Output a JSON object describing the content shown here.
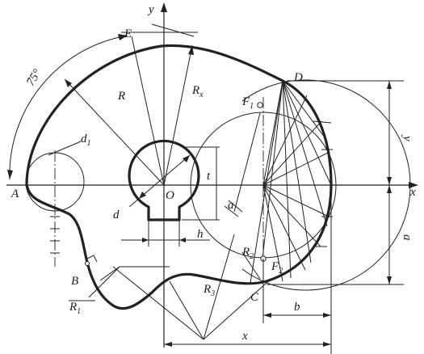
{
  "labels": {
    "axis_y": "y",
    "axis_x": "x",
    "origin": "O",
    "point_a": "A",
    "point_b": "B",
    "point_c": "C",
    "point_d": "D",
    "point_e": "E",
    "point_f1": "F",
    "point_f1_sub": "1",
    "point_f2": "F",
    "point_f2_sub": "2",
    "radius_r": "R",
    "radius_rx": "R",
    "radius_rx_sub": "x",
    "radius_r1": "R",
    "radius_r1_sub": "1",
    "radius_r2": "R",
    "radius_r2_sub": "2",
    "radius_r3": "R",
    "radius_r3_sub": "3",
    "diam_d1": "d",
    "diam_d1_sub": "1",
    "diam_d": "d",
    "dim_t": "t",
    "dim_h": "h",
    "dim_a_small": "a",
    "dim_a_right": "a",
    "dim_y": "y",
    "dim_b": "b",
    "dim_x": "x",
    "angle": "75°"
  }
}
